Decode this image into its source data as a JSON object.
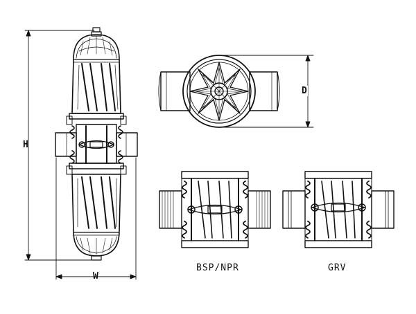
{
  "dimensions": {
    "height": "H",
    "width": "W",
    "diameter": "D"
  },
  "captions": {
    "thread_type": "BSP/NPR",
    "groove_type": "GRV"
  },
  "colors": {
    "line": "#111111",
    "background": "#ffffff"
  }
}
